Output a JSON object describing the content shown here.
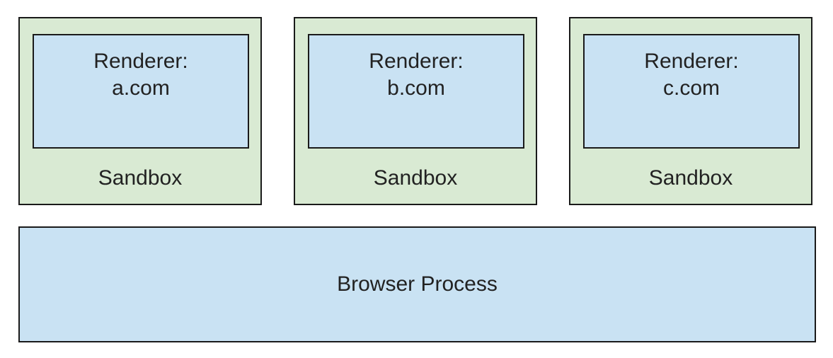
{
  "colors": {
    "sandbox_fill": "#d9ead3",
    "process_fill": "#c9e2f3",
    "border": "#1a1a1a"
  },
  "sandboxes": [
    {
      "renderer_title": "Renderer:",
      "renderer_site": "a.com",
      "label": "Sandbox"
    },
    {
      "renderer_title": "Renderer:",
      "renderer_site": "b.com",
      "label": "Sandbox"
    },
    {
      "renderer_title": "Renderer:",
      "renderer_site": "c.com",
      "label": "Sandbox"
    }
  ],
  "browser_process": {
    "label": "Browser Process"
  }
}
